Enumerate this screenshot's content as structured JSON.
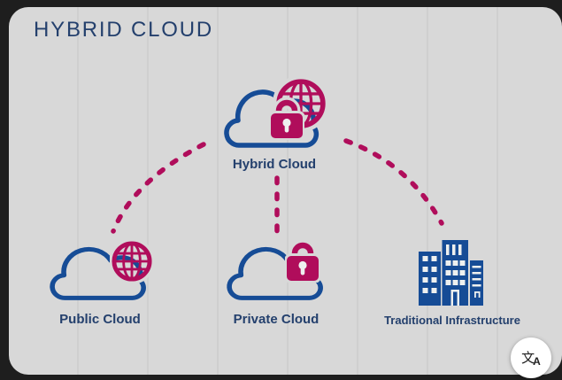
{
  "title": "HYBRID CLOUD",
  "colors": {
    "frame": "#1e1e1e",
    "card": "#d8d8d8",
    "navy": "#24406d",
    "blue": "#164c96",
    "magenta": "#b00d5b",
    "icon_cutout": "#eef0ef",
    "button_bg": "#ffffff",
    "button_icon": "#1f1f1f"
  },
  "nodes": [
    {
      "label": "Hybrid Cloud",
      "icon": "cloud-globe-lock-icon"
    },
    {
      "label": "Public Cloud",
      "icon": "cloud-globe-icon"
    },
    {
      "label": "Private Cloud",
      "icon": "cloud-lock-icon"
    },
    {
      "label": "Traditional Infrastructure",
      "icon": "buildings-icon"
    }
  ],
  "connections": [
    {
      "from": "Hybrid Cloud",
      "to": "Public Cloud",
      "style": "dashed"
    },
    {
      "from": "Hybrid Cloud",
      "to": "Private Cloud",
      "style": "dashed"
    },
    {
      "from": "Hybrid Cloud",
      "to": "Traditional Infrastructure",
      "style": "dashed"
    }
  ],
  "translate_button": {
    "glyph_primary": "文",
    "glyph_secondary": "A"
  }
}
